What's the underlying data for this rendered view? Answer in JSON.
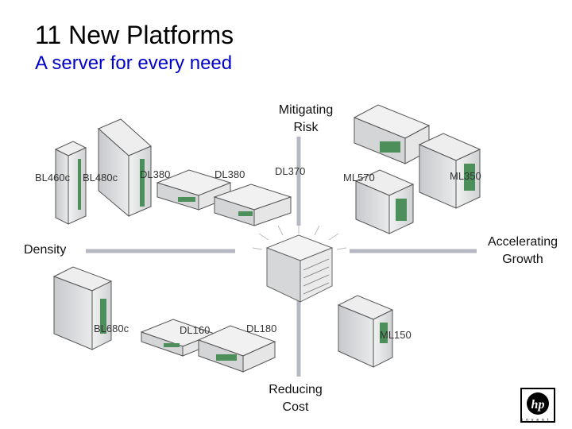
{
  "slide": {
    "title": "11 New Platforms",
    "subtitle": "A server for every need"
  },
  "axes": {
    "top": [
      "Mitigating",
      "Risk"
    ],
    "right": [
      "Accelerating",
      "Growth"
    ],
    "left": "Density",
    "bottom": [
      "Reducing",
      "Cost"
    ]
  },
  "servers": {
    "bl460c": "BL460c",
    "bl480c": "BL480c",
    "dl380_a": "DL380",
    "dl380_b": "DL380",
    "dl370": "DL370",
    "ml570": "ML570",
    "ml350": "ML350",
    "bl680c": "BL680c",
    "dl160": "DL160",
    "dl180": "DL180",
    "ml150": "ML150"
  },
  "brand": {
    "logo_text": "hp",
    "logo_word": "invent",
    "accent": "#0000cc",
    "axis_color": "#b5b8c0"
  }
}
